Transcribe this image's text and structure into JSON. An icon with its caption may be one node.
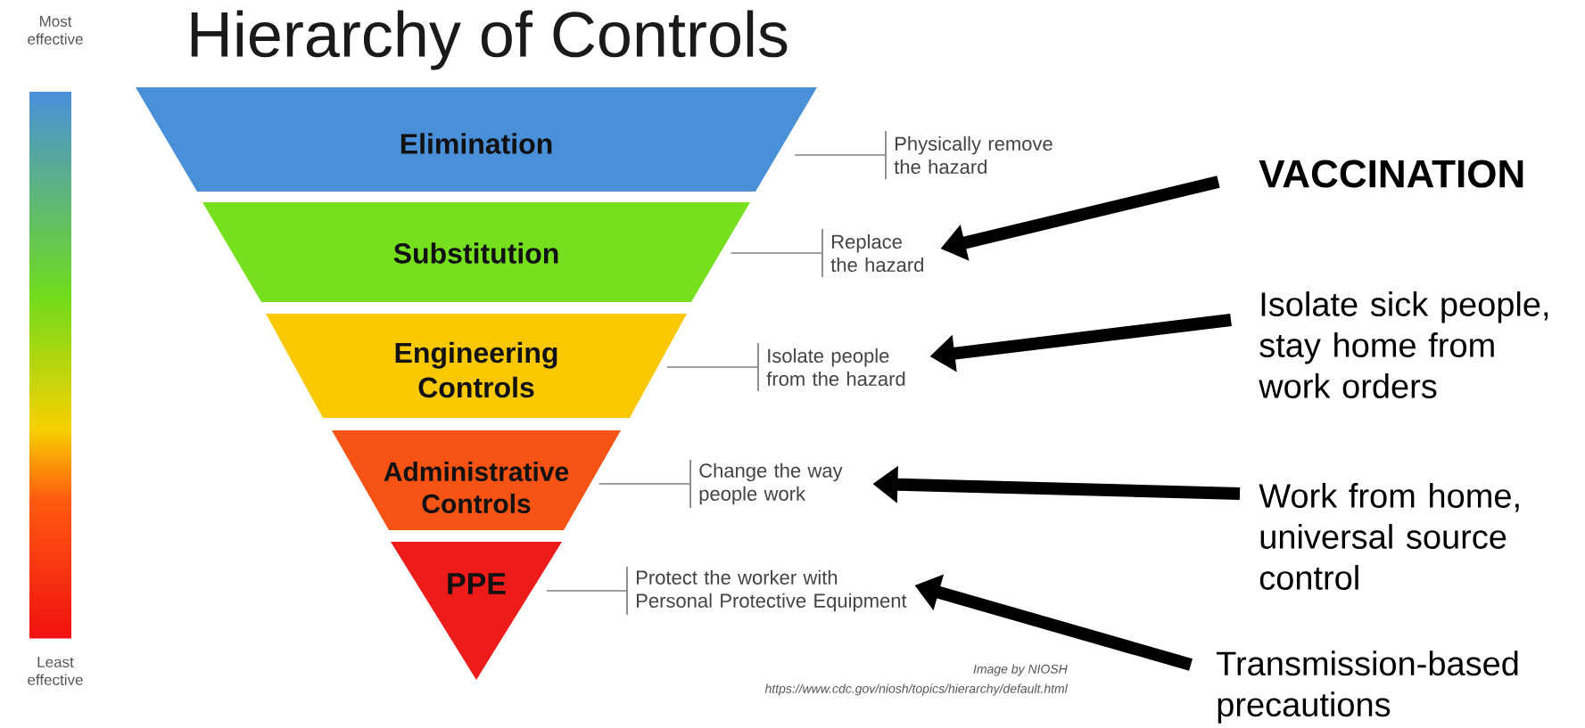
{
  "diagram": {
    "title": "Hierarchy of Controls",
    "nodes": [
      {
        "text": [
          "Elimination"
        ]
      },
      {
        "text": [
          "Substitution"
        ]
      },
      {
        "text": [
          "Engineering Controls"
        ]
      },
      {
        "text": [
          "Administrative Controls"
        ]
      },
      {
        "text": [
          "PPE"
        ]
      },
      {
        "text": [
          "Physically remove the hazard"
        ]
      },
      {
        "text": [
          "Replace the hazard"
        ]
      },
      {
        "text": [
          "Isolate people from the hazard"
        ]
      },
      {
        "text": [
          "Change the way people work"
        ]
      },
      {
        "text": [
          "Protect the worker with Personal Protective Equipment"
        ]
      },
      {
        "text": [
          "VACCINATION"
        ]
      },
      {
        "text": [
          "Isolate sick people, stay home from work orders"
        ]
      },
      {
        "text": [
          "Work from home, universal source control"
        ]
      },
      {
        "text": [
          "Transmission-based precautions"
        ]
      }
    ],
    "edges": [
      {
        "from": 0,
        "to": 5,
        "arrow": "none"
      },
      {
        "from": 1,
        "to": 6,
        "arrow": "none"
      },
      {
        "from": 2,
        "to": 7,
        "arrow": "none"
      },
      {
        "from": 3,
        "to": 8,
        "arrow": "none"
      },
      {
        "from": 4,
        "to": 9,
        "arrow": "none"
      },
      {
        "from": 10,
        "to": 6,
        "arrow": "to",
        "style": "thick",
        "color": "#000000"
      },
      {
        "from": 11,
        "to": 7,
        "arrow": "to",
        "style": "thick",
        "color": "#000000"
      },
      {
        "from": 12,
        "to": 8,
        "arrow": "to",
        "style": "thick",
        "color": "#000000"
      },
      {
        "from": 13,
        "to": 9,
        "arrow": "to",
        "style": "thick",
        "color": "#000000"
      }
    ],
    "labels": [
      "Most effective",
      "Least effective",
      "Image by NIOSH",
      "https://www.cdc.gov/niosh/topics/hierarchy/default.html"
    ]
  }
}
